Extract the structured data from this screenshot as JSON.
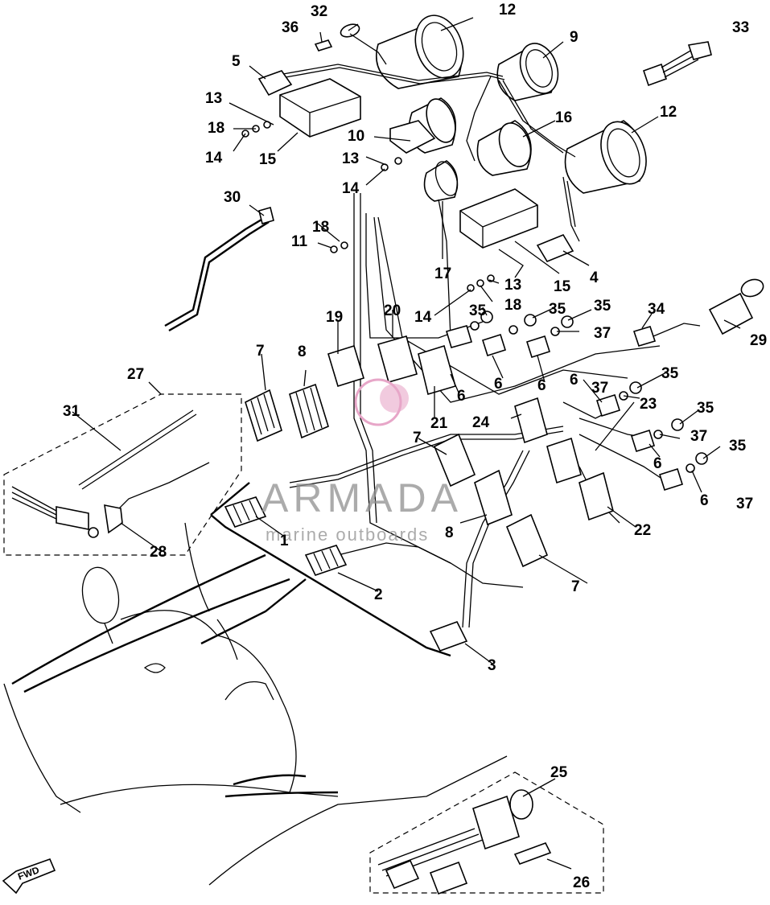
{
  "watermark": {
    "brand": "ARMADA",
    "tagline": "marine outboards",
    "color": "#e7a6c8"
  },
  "direction_label": "FWD",
  "parts": [
    {
      "id": "1",
      "label": "1"
    },
    {
      "id": "2",
      "label": "2"
    },
    {
      "id": "3",
      "label": "3"
    },
    {
      "id": "4",
      "label": "4"
    },
    {
      "id": "5",
      "label": "5"
    },
    {
      "id": "6",
      "label": "6"
    },
    {
      "id": "7",
      "label": "7"
    },
    {
      "id": "8",
      "label": "8"
    },
    {
      "id": "9",
      "label": "9"
    },
    {
      "id": "10",
      "label": "10"
    },
    {
      "id": "11",
      "label": "11"
    },
    {
      "id": "12",
      "label": "12"
    },
    {
      "id": "13",
      "label": "13"
    },
    {
      "id": "14",
      "label": "14"
    },
    {
      "id": "15",
      "label": "15"
    },
    {
      "id": "16",
      "label": "16"
    },
    {
      "id": "17",
      "label": "17"
    },
    {
      "id": "18",
      "label": "18"
    },
    {
      "id": "19",
      "label": "19"
    },
    {
      "id": "20",
      "label": "20"
    },
    {
      "id": "21",
      "label": "21"
    },
    {
      "id": "22",
      "label": "22"
    },
    {
      "id": "23",
      "label": "23"
    },
    {
      "id": "24",
      "label": "24"
    },
    {
      "id": "25",
      "label": "25"
    },
    {
      "id": "26",
      "label": "26"
    },
    {
      "id": "27",
      "label": "27"
    },
    {
      "id": "28",
      "label": "28"
    },
    {
      "id": "29",
      "label": "29"
    },
    {
      "id": "30",
      "label": "30"
    },
    {
      "id": "31",
      "label": "31"
    },
    {
      "id": "32",
      "label": "32"
    },
    {
      "id": "33",
      "label": "33"
    },
    {
      "id": "34",
      "label": "34"
    },
    {
      "id": "35",
      "label": "35"
    },
    {
      "id": "36",
      "label": "36"
    },
    {
      "id": "37",
      "label": "37"
    }
  ]
}
